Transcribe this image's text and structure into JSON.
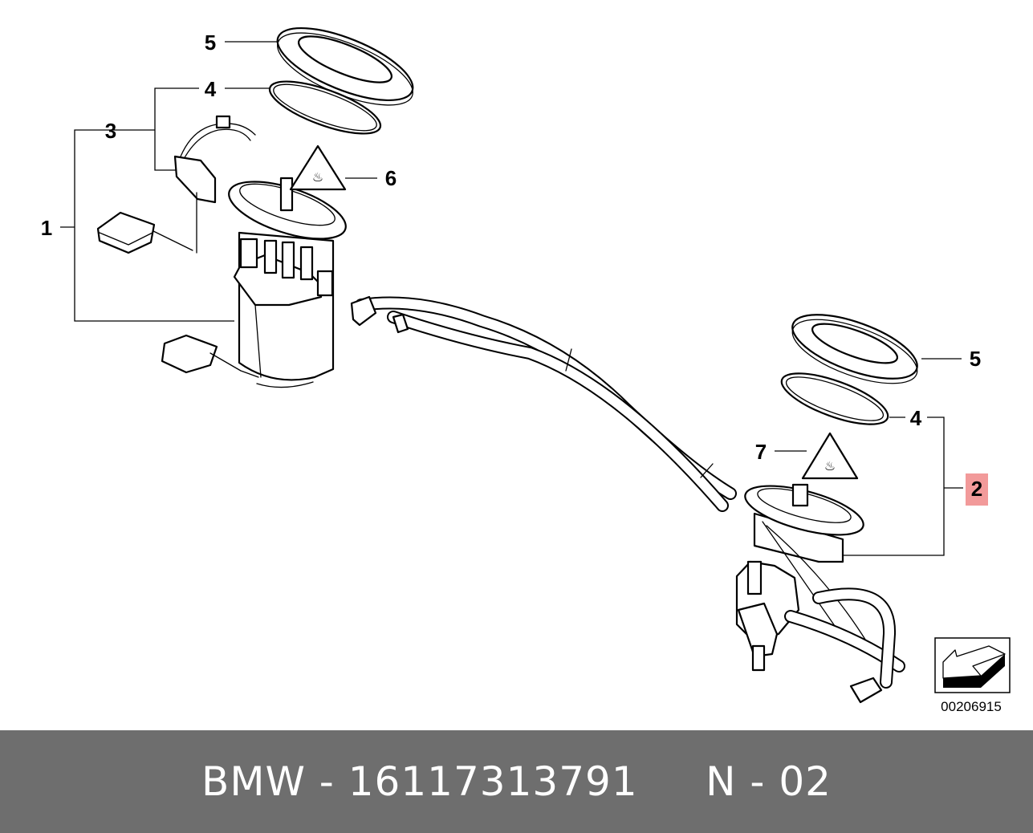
{
  "diagram": {
    "callouts": {
      "c1": "1",
      "c3": "3",
      "c4_left": "4",
      "c5_left": "5",
      "c6": "6",
      "c5_right": "5",
      "c4_right": "4",
      "c7": "7",
      "c2": "2"
    },
    "highlight_color": "#f29a9a",
    "document_number": "00206915",
    "icons": [
      "warning-triangle-icon",
      "orientation-arrow-icon"
    ]
  },
  "footer": {
    "text": "BMW - 16117313791     N - 02",
    "background": "#6e6e6e"
  }
}
